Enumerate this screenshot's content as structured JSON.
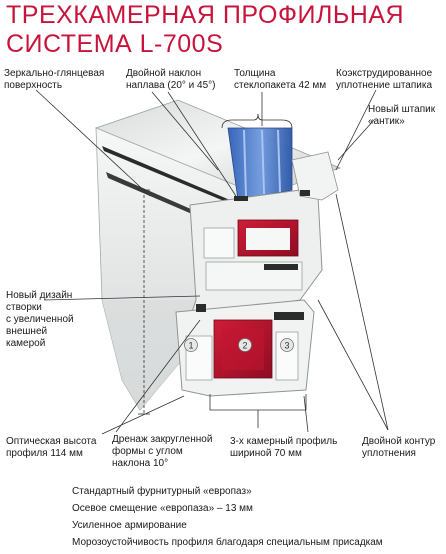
{
  "title": {
    "line1": "ТРЕХКАМЕРНАЯ ПРОФИЛЬНАЯ",
    "line2": "СИСТЕМА L-700S"
  },
  "labels": {
    "mirror": [
      "Зеркально-глянцевая",
      "поверхность"
    ],
    "slope": [
      "Двойной наклон",
      "наплава (20° и 45°)"
    ],
    "glass": [
      "Толщина",
      "стеклопакета 42 мм"
    ],
    "coex": [
      "Коэкструдированное",
      "уплотнение штапика"
    ],
    "bead": [
      "Новый штапик",
      "«антик»"
    ],
    "sash": [
      "Новый дизайн",
      "створки",
      "с увеличенной",
      "внешней",
      "камерой"
    ],
    "height": [
      "Оптическая высота",
      "профиля 114 мм"
    ],
    "drain": [
      "Дренаж закругленной",
      "формы с углом",
      "наклона 10°"
    ],
    "chamber": [
      "3-х камерный профиль",
      "шириной 70 мм"
    ],
    "contour": [
      "Двойной контур",
      "уплотнения"
    ]
  },
  "chamber_numbers": [
    "1",
    "2",
    "3"
  ],
  "features": [
    "Стандартный фурнитурный «европаз»",
    "Осевое смещение «европаза» – 13 мм",
    "Усиленное армирование",
    "Морозоустойчивость профиля благодаря специальным присадкам"
  ],
  "colors": {
    "title": "#c8143c",
    "pvc": "#eef0ef",
    "pvc_shade": "#c9cdcc",
    "glass": "#3f6fc4",
    "reinforcement": "#b3122e",
    "gasket": "#2b2b2b"
  }
}
